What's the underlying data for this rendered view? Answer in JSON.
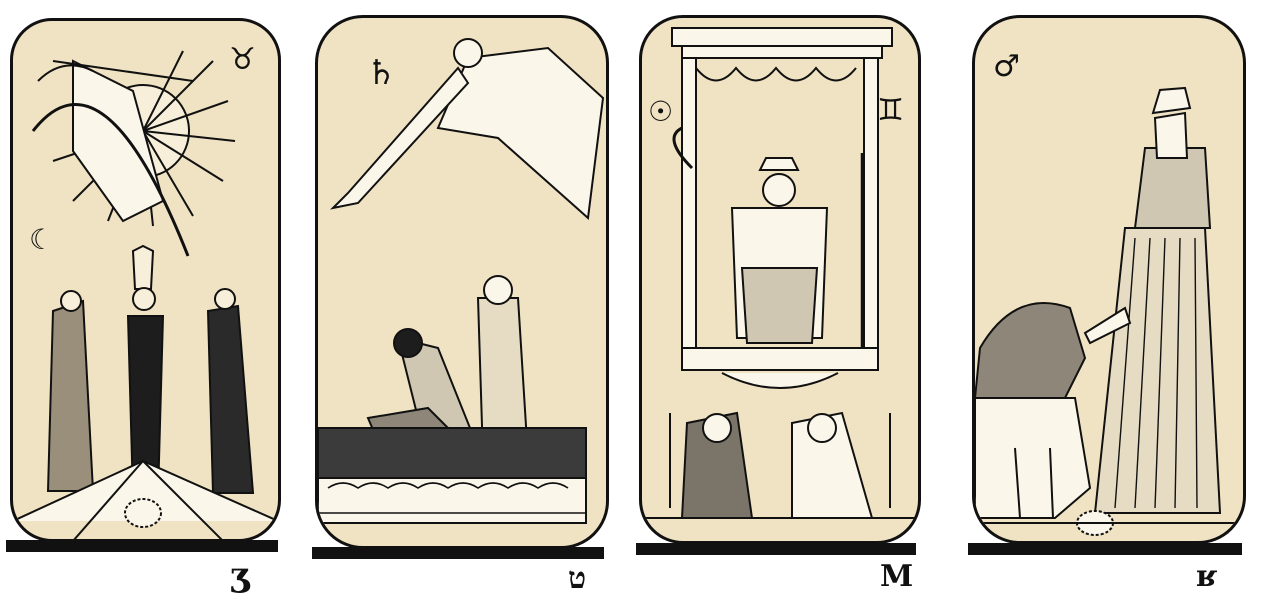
{
  "colors": {
    "card_fill": "#f0e3c3",
    "ink": "#111111",
    "background": "#ffffff"
  },
  "cards": [
    {
      "symbols": [
        "taurus-symbol",
        "moon-crescent-symbol"
      ],
      "glyph_top_right": "♉",
      "glyph_side": "☾",
      "letter": "ʒ",
      "scene": "winged figure drawing a bow above sun rays; three robed figures standing below"
    },
    {
      "symbols": [
        "saturn-symbol"
      ],
      "glyph_top_left": "♄",
      "letter": "ט",
      "scene": "winged figure blowing a long trumpet; three wrapped figures rising from a tomb"
    },
    {
      "symbols": [
        "sun-symbol",
        "gemini-symbol"
      ],
      "glyph_top_left": "☉",
      "glyph_top_right": "♊",
      "letter": "M",
      "scene": "crowned figure with curved sword and sceptre standing in a canopied chariot; two sphinxes below"
    },
    {
      "symbols": [
        "mars-symbol"
      ],
      "glyph_top_left": "♂",
      "letter": "ʁ",
      "scene": "robed crowned woman holding the jaws of a lion"
    }
  ]
}
